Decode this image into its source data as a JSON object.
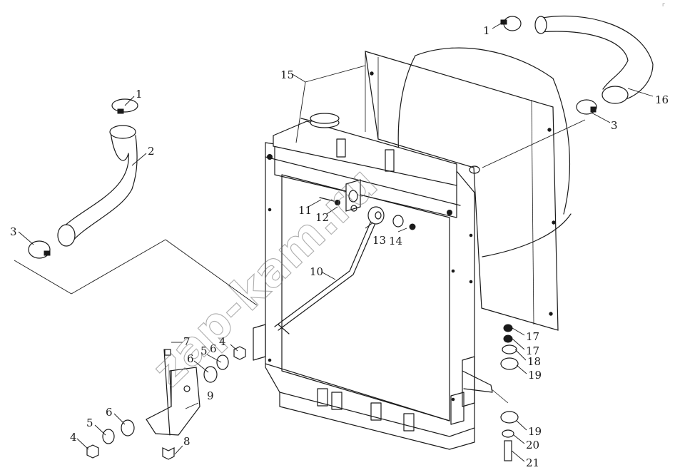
{
  "watermark": "zap-kam.ru",
  "corner_mark": "г",
  "callouts": [
    {
      "id": "c1a",
      "label": "1"
    },
    {
      "id": "c1b",
      "label": "1"
    },
    {
      "id": "c2",
      "label": "2"
    },
    {
      "id": "c3a",
      "label": "3"
    },
    {
      "id": "c3b",
      "label": "3"
    },
    {
      "id": "c4a",
      "label": "4"
    },
    {
      "id": "c4b",
      "label": "4"
    },
    {
      "id": "c5a",
      "label": "5"
    },
    {
      "id": "c5b",
      "label": "5"
    },
    {
      "id": "c6a",
      "label": "6"
    },
    {
      "id": "c6b",
      "label": "6"
    },
    {
      "id": "c6c",
      "label": "6"
    },
    {
      "id": "c7",
      "label": "7"
    },
    {
      "id": "c8",
      "label": "8"
    },
    {
      "id": "c9",
      "label": "9"
    },
    {
      "id": "c10",
      "label": "10"
    },
    {
      "id": "c11",
      "label": "11"
    },
    {
      "id": "c12",
      "label": "12"
    },
    {
      "id": "c13",
      "label": "13"
    },
    {
      "id": "c14",
      "label": "14"
    },
    {
      "id": "c15",
      "label": "15"
    },
    {
      "id": "c16",
      "label": "16"
    },
    {
      "id": "c17a",
      "label": "17"
    },
    {
      "id": "c17b",
      "label": "17"
    },
    {
      "id": "c18",
      "label": "18"
    },
    {
      "id": "c19a",
      "label": "19"
    },
    {
      "id": "c19b",
      "label": "19"
    },
    {
      "id": "c20",
      "label": "20"
    },
    {
      "id": "c21",
      "label": "21"
    }
  ]
}
